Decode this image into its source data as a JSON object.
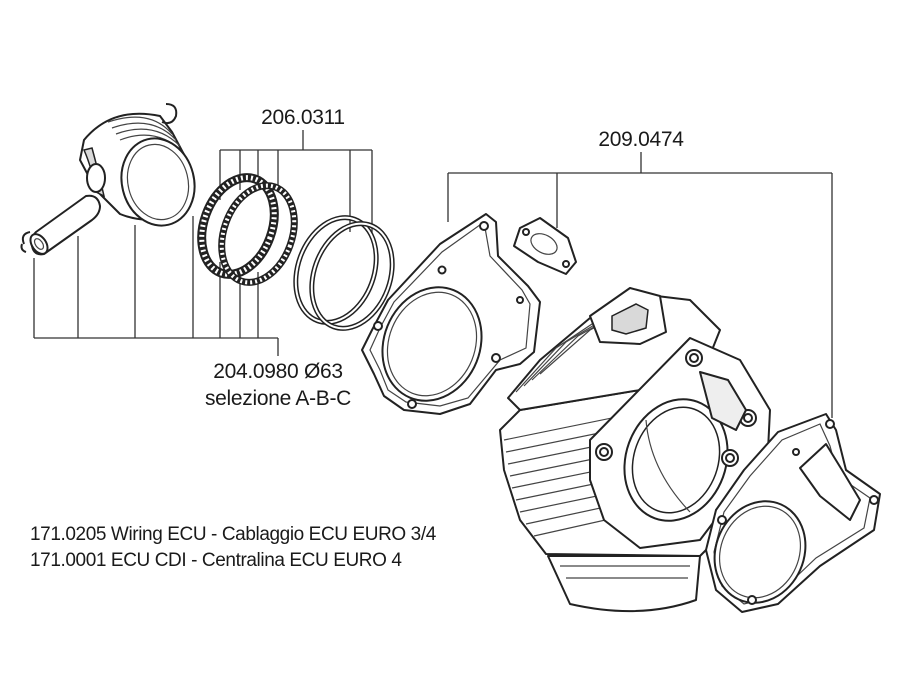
{
  "labels": {
    "piston_rings": "206.0311",
    "gaskets": "209.0474",
    "piston_kit": "204.0980 Ø63",
    "piston_kit_selection": "selezione A-B-C"
  },
  "notes": [
    "171.0205 Wiring ECU - Cablaggio ECU EURO 3/4",
    "171.0001 ECU CDI - Centralina ECU EURO 4"
  ]
}
